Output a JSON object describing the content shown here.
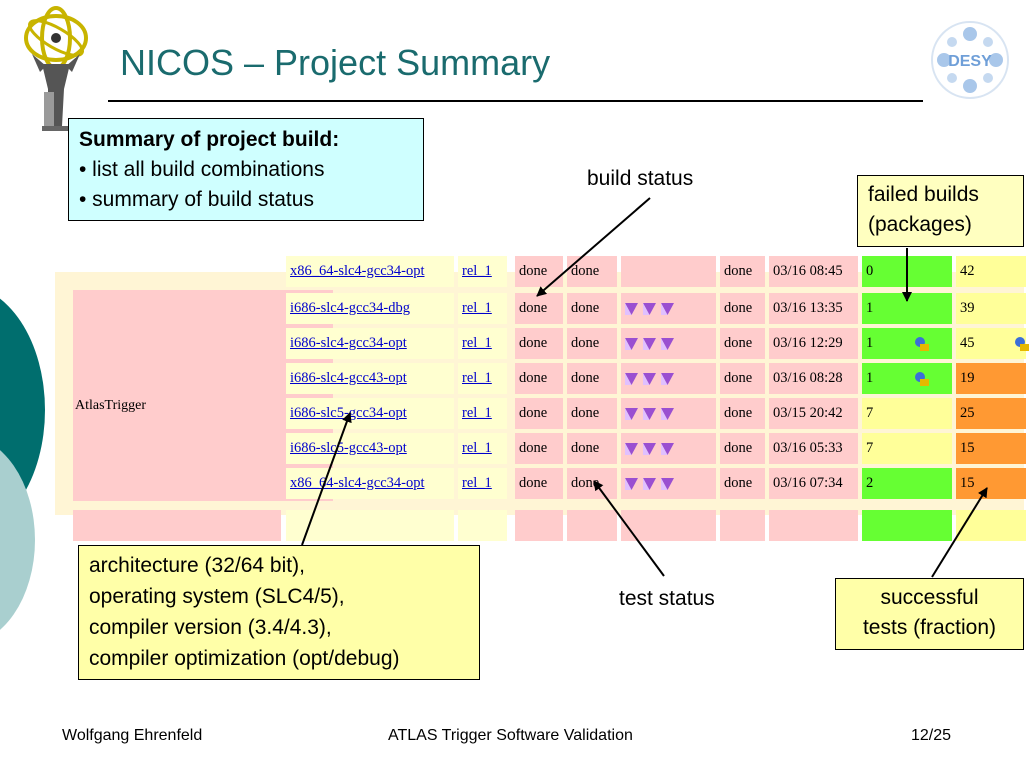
{
  "slide": {
    "title": "NICOS – Project Summary",
    "colors": {
      "title": "#1a6b6e",
      "teal": "#006e6e",
      "light_teal": "#a9cfcf",
      "fail_green": "#66ff33",
      "warn_yellow": "#ffff99",
      "orange": "#ff9933",
      "pink": "#ffcccc"
    },
    "logos": {
      "left": "atlas-figure-logo",
      "right": "desy-logo",
      "right_text": "DESY"
    }
  },
  "callouts": {
    "summary": {
      "title": "Summary of project build:",
      "item1": "• list all build combinations",
      "item2": "• summary of build status"
    },
    "build_status": "build status",
    "failed": {
      "line1": "failed builds",
      "line2": "(packages)"
    },
    "arch": {
      "line1": "architecture (32/64 bit),",
      "line2": "operating system (SLC4/5),",
      "line3": "compiler version (3.4/4.3),",
      "line4": "compiler optimization (opt/debug)"
    },
    "test_status": "test status",
    "success": {
      "line1": "successful",
      "line2": "tests (fraction)"
    }
  },
  "table": {
    "package": "AtlasTrigger",
    "top_partial": {
      "platform": "x86_64-slc4-gcc34-opt",
      "release": "rel_1",
      "build": "done",
      "test": "done",
      "status": "done",
      "date": "03/16 08:45",
      "failed": "0",
      "tests": "42"
    },
    "rows": [
      {
        "platform": "i686-slc4-gcc34-dbg",
        "release": "rel_1",
        "build": "done",
        "test": "done",
        "status": "done",
        "date": "03/16 13:35",
        "failed": "1",
        "tests": "39"
      },
      {
        "platform": "i686-slc4-gcc34-opt",
        "release": "rel_1",
        "build": "done",
        "test": "done",
        "status": "done",
        "date": "03/16 12:29",
        "failed": "1",
        "tests": "45"
      },
      {
        "platform": "i686-slc4-gcc43-opt",
        "release": "rel_1",
        "build": "done",
        "test": "done",
        "status": "done",
        "date": "03/16 08:28",
        "failed": "1",
        "tests": "19"
      },
      {
        "platform": "i686-slc5-gcc34-opt",
        "release": "rel_1",
        "build": "done",
        "test": "done",
        "status": "done",
        "date": "03/15 20:42",
        "failed": "7",
        "tests": "25"
      },
      {
        "platform": "i686-slc5-gcc43-opt",
        "release": "rel_1",
        "build": "done",
        "test": "done",
        "status": "done",
        "date": "03/16 05:33",
        "failed": "7",
        "tests": "15"
      },
      {
        "platform": "x86_64-slc4-gcc34-opt",
        "release": "rel_1",
        "build": "done",
        "test": "done",
        "status": "done",
        "date": "03/16 07:34",
        "failed": "2",
        "tests": "15"
      }
    ]
  },
  "footer": {
    "author": "Wolfgang Ehrenfeld",
    "center": "ATLAS Trigger Software Validation",
    "page": "12/25"
  }
}
